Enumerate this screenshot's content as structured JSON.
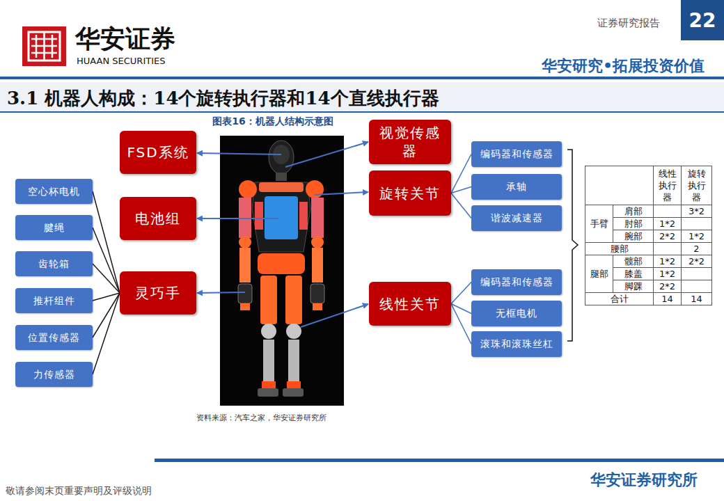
{
  "diagram": {
    "title": "3.1 机器人构成：14个旋转执行器和14个直线执行器",
    "caption": "图表16：机器人结构示意图",
    "nodes": [
      {
        "text": [
          "22"
        ]
      },
      {
        "text": [
          "FSD系统"
        ]
      },
      {
        "text": [
          "视觉传感器"
        ]
      },
      {
        "text": [
          "电池组"
        ]
      },
      {
        "text": [
          "旋转关节"
        ]
      },
      {
        "text": [
          "编码器和传感器"
        ]
      },
      {
        "text": [
          "承轴"
        ]
      },
      {
        "text": [
          "谐波减速器"
        ]
      },
      {
        "text": [
          "灵巧手"
        ]
      },
      {
        "text": [
          "空心杯电机"
        ]
      },
      {
        "text": [
          "腱绳"
        ]
      },
      {
        "text": [
          "齿轮箱"
        ]
      },
      {
        "text": [
          "推杆组件"
        ]
      },
      {
        "text": [
          "位置传感器"
        ]
      },
      {
        "text": [
          "力传感器"
        ]
      },
      {
        "text": [
          "线性关节"
        ]
      },
      {
        "text": [
          "编码器和传感器"
        ]
      },
      {
        "text": [
          "无框电机"
        ]
      },
      {
        "text": [
          "滚珠和滚珠丝杠"
        ]
      }
    ],
    "edges": [
      {
        "from": 9,
        "to": 8,
        "arrow": "none"
      },
      {
        "from": 10,
        "to": 8,
        "arrow": "none"
      },
      {
        "from": 11,
        "to": 8,
        "arrow": "none"
      },
      {
        "from": 12,
        "to": 8,
        "arrow": "none"
      },
      {
        "from": 13,
        "to": 8,
        "arrow": "none"
      },
      {
        "from": 14,
        "to": 8,
        "arrow": "none"
      },
      {
        "from": 4,
        "to": 5,
        "arrow": "none"
      },
      {
        "from": 4,
        "to": 6,
        "arrow": "none"
      },
      {
        "from": 4,
        "to": 7,
        "arrow": "none"
      },
      {
        "from": 15,
        "to": 16,
        "arrow": "none"
      },
      {
        "from": 15,
        "to": 17,
        "arrow": "none"
      },
      {
        "from": 15,
        "to": 18,
        "arrow": "none"
      }
    ],
    "labels": [
      "华安证券",
      "HUAAN SECURITIES",
      "证券研究报告",
      "华安研究•拓展投资价值",
      "线性执行器",
      "旋转执行器",
      "手臂",
      "肩部",
      "3*2",
      "肘部",
      "1*2",
      "腕部",
      "2*2",
      "1*2",
      "腰部",
      "2",
      "腿部",
      "髋部",
      "1*2",
      "2*2",
      "膝盖",
      "1*2",
      "脚踝",
      "2*2",
      "合计",
      "14",
      "14",
      "资料来源：汽车之家，华安证券研究所",
      "敬请参阅末页重要声明及评级说明",
      "华安证券研究所"
    ]
  }
}
